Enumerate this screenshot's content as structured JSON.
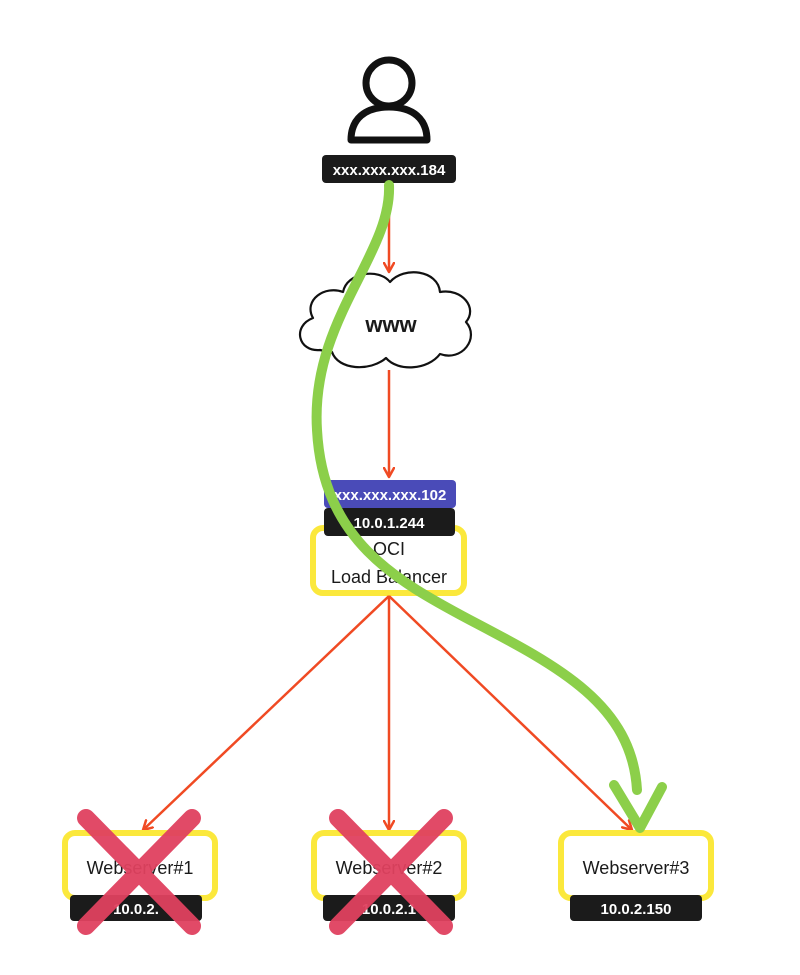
{
  "user": {
    "ip": "xxx.xxx.xxx.184"
  },
  "internet": {
    "label": "www"
  },
  "load_balancer": {
    "public_ip": "xxx.xxx.xxx.102",
    "private_ip": "10.0.1.244",
    "line1": "OCI",
    "line2": "Load Balancer"
  },
  "servers": [
    {
      "name": "Webserver#1",
      "ip": "10.0.2.",
      "status": "down"
    },
    {
      "name": "Webserver#2",
      "ip": "10.0.2.1",
      "status": "down"
    },
    {
      "name": "Webserver#3",
      "ip": "10.0.2.150",
      "status": "up"
    }
  ],
  "colors": {
    "arrow": "#f04a23",
    "route": "#8ccf4a",
    "box_border": "#fbe83c",
    "pill_dark": "#1b1b1b",
    "pill_public": "#4a4bb8",
    "cross": "#e0415f"
  }
}
